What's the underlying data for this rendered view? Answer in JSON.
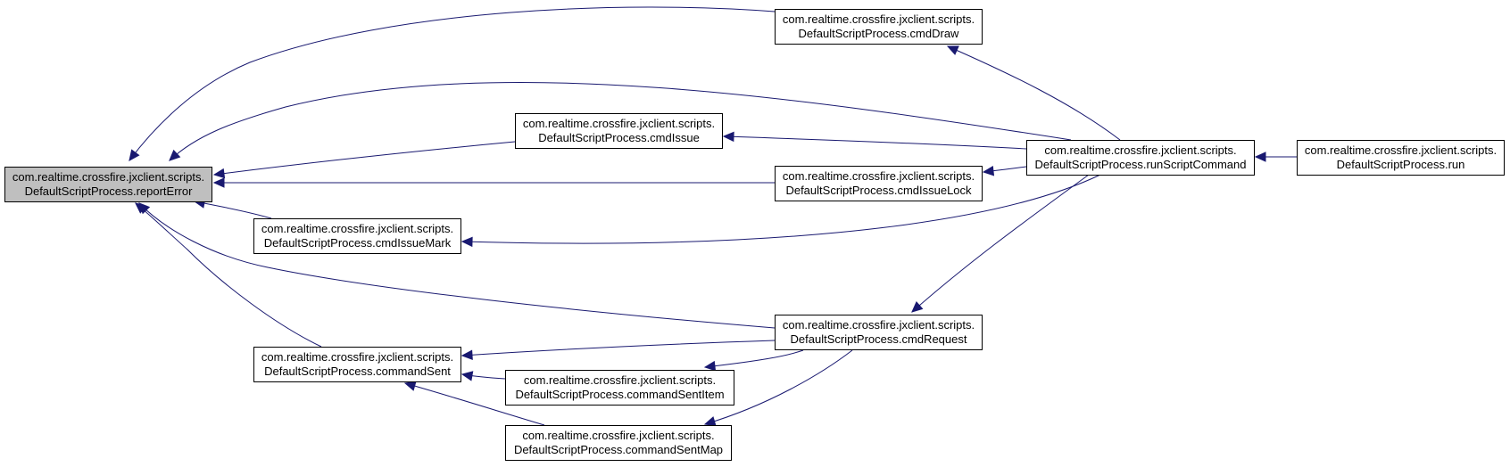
{
  "colors": {
    "edge": "#191970",
    "node_fill": "#ffffff",
    "focus_fill": "#bfbfbf",
    "border": "#000000"
  },
  "nodes": [
    {
      "id": "reportError",
      "line1": "com.realtime.crossfire.jxclient.scripts.",
      "line2": "DefaultScriptProcess.reportError",
      "focus": true
    },
    {
      "id": "cmdDraw",
      "line1": "com.realtime.crossfire.jxclient.scripts.",
      "line2": "DefaultScriptProcess.cmdDraw"
    },
    {
      "id": "cmdIssue",
      "line1": "com.realtime.crossfire.jxclient.scripts.",
      "line2": "DefaultScriptProcess.cmdIssue"
    },
    {
      "id": "cmdIssueLock",
      "line1": "com.realtime.crossfire.jxclient.scripts.",
      "line2": "DefaultScriptProcess.cmdIssueLock"
    },
    {
      "id": "cmdIssueMark",
      "line1": "com.realtime.crossfire.jxclient.scripts.",
      "line2": "DefaultScriptProcess.cmdIssueMark"
    },
    {
      "id": "cmdRequest",
      "line1": "com.realtime.crossfire.jxclient.scripts.",
      "line2": "DefaultScriptProcess.cmdRequest"
    },
    {
      "id": "commandSent",
      "line1": "com.realtime.crossfire.jxclient.scripts.",
      "line2": "DefaultScriptProcess.commandSent"
    },
    {
      "id": "commandSentItem",
      "line1": "com.realtime.crossfire.jxclient.scripts.",
      "line2": "DefaultScriptProcess.commandSentItem"
    },
    {
      "id": "commandSentMap",
      "line1": "com.realtime.crossfire.jxclient.scripts.",
      "line2": "DefaultScriptProcess.commandSentMap"
    },
    {
      "id": "runScriptCommand",
      "line1": "com.realtime.crossfire.jxclient.scripts.",
      "line2": "DefaultScriptProcess.runScriptCommand"
    },
    {
      "id": "run",
      "line1": "com.realtime.crossfire.jxclient.scripts.",
      "line2": "DefaultScriptProcess.run"
    }
  ],
  "edges": [
    {
      "from": "cmdDraw",
      "to": "reportError"
    },
    {
      "from": "runScriptCommand",
      "to": "reportError"
    },
    {
      "from": "cmdIssue",
      "to": "reportError"
    },
    {
      "from": "cmdIssueLock",
      "to": "reportError"
    },
    {
      "from": "cmdIssueMark",
      "to": "reportError"
    },
    {
      "from": "cmdRequest",
      "to": "reportError"
    },
    {
      "from": "commandSent",
      "to": "reportError"
    },
    {
      "from": "runScriptCommand",
      "to": "cmdDraw"
    },
    {
      "from": "runScriptCommand",
      "to": "cmdIssue"
    },
    {
      "from": "runScriptCommand",
      "to": "cmdIssueLock"
    },
    {
      "from": "runScriptCommand",
      "to": "cmdIssueMark"
    },
    {
      "from": "runScriptCommand",
      "to": "cmdRequest"
    },
    {
      "from": "run",
      "to": "runScriptCommand"
    },
    {
      "from": "cmdRequest",
      "to": "commandSent"
    },
    {
      "from": "commandSentItem",
      "to": "commandSent"
    },
    {
      "from": "commandSentMap",
      "to": "commandSent"
    },
    {
      "from": "cmdRequest",
      "to": "commandSentItem"
    },
    {
      "from": "cmdRequest",
      "to": "commandSentMap"
    }
  ]
}
